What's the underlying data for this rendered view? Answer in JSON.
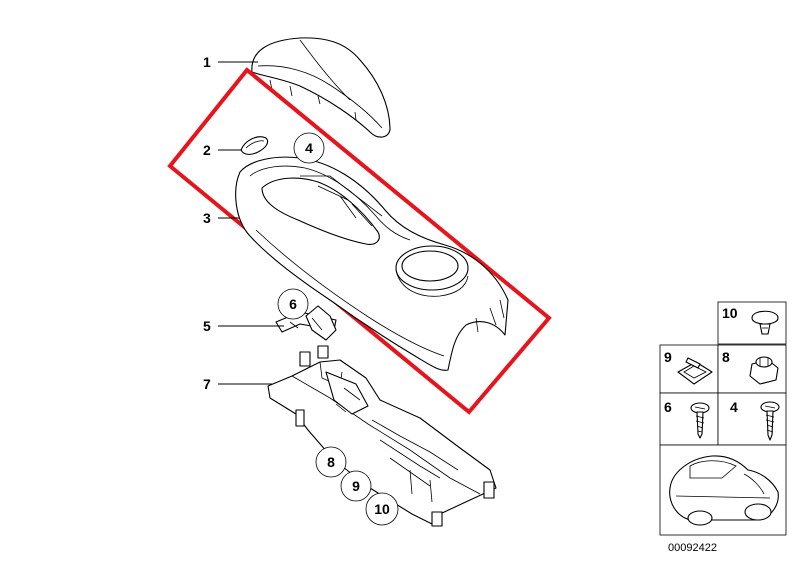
{
  "callouts": {
    "c1": "1",
    "c2": "2",
    "c3": "3",
    "c5": "5",
    "c7": "7"
  },
  "circled": {
    "n4": "4",
    "n6": "6",
    "n8": "8",
    "n9": "9",
    "n10": "10"
  },
  "legend": {
    "k10": "10",
    "k9": "9",
    "k8": "8",
    "k6": "6",
    "k4": "4"
  },
  "doc_number": "00092422",
  "highlight_color": "#e8141c"
}
